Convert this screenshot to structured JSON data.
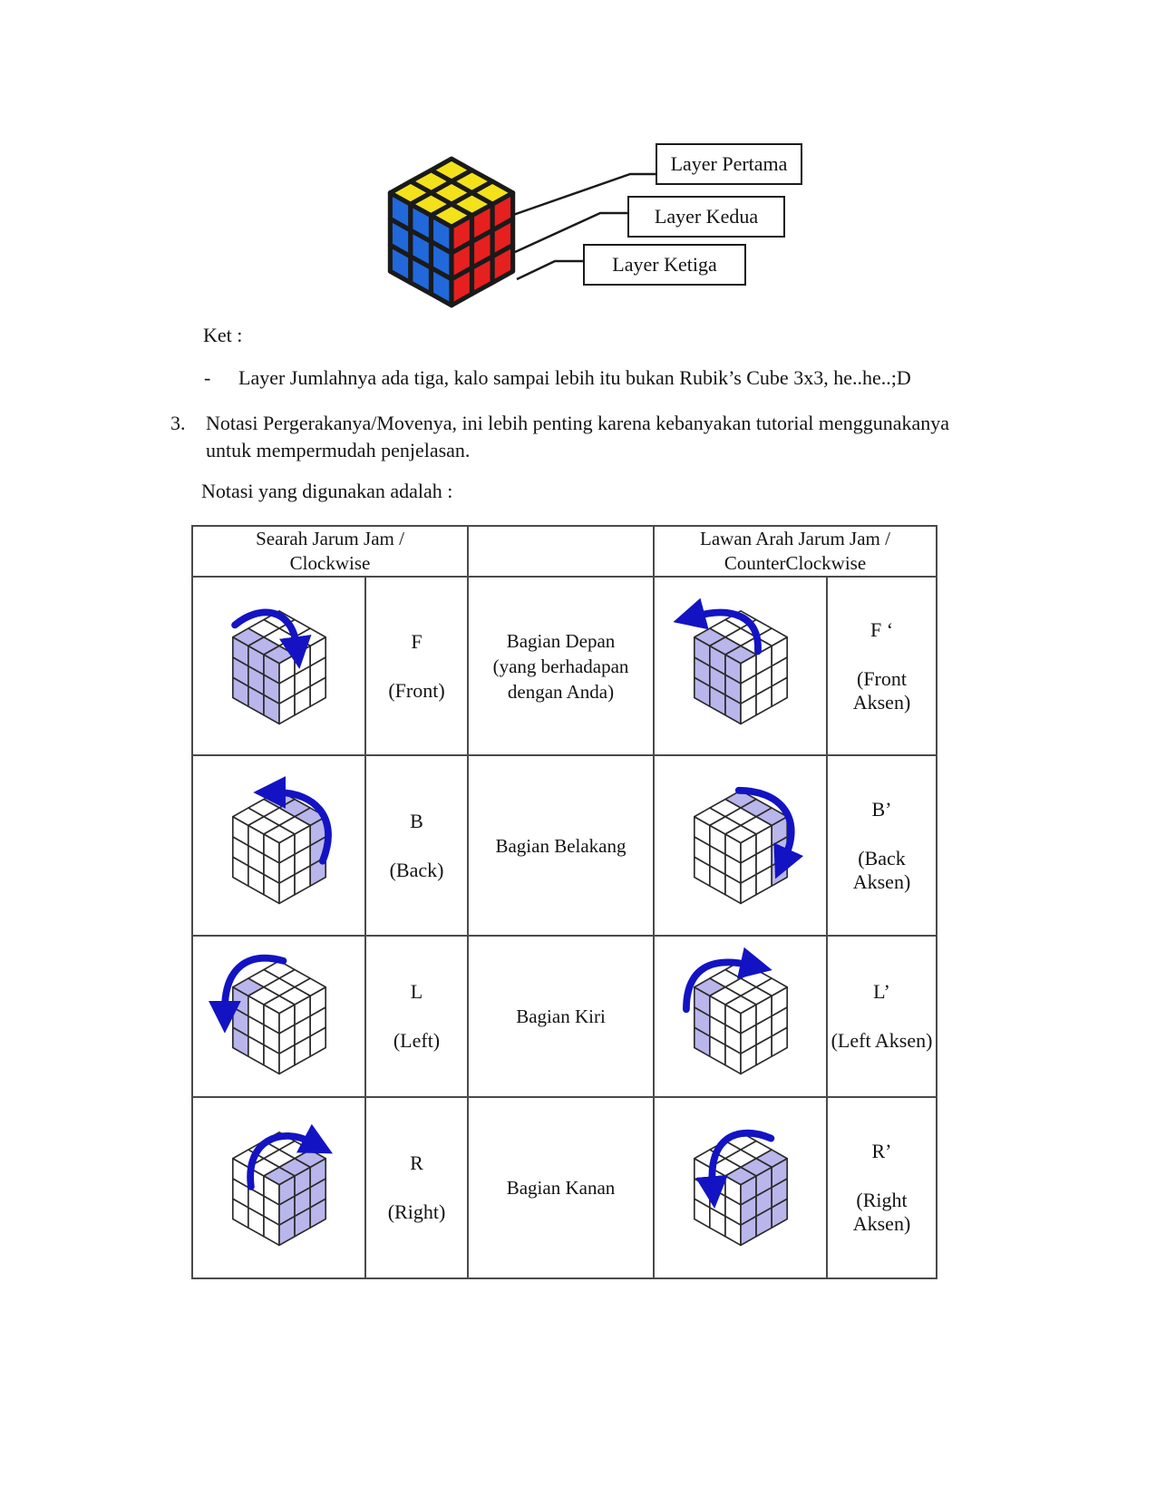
{
  "figure": {
    "cube_icon": "rubiks-cube-colored-icon",
    "labels": [
      {
        "text": "Layer Pertama"
      },
      {
        "text": "Layer Kedua"
      },
      {
        "text": "Layer Ketiga"
      }
    ]
  },
  "ket": {
    "label": "Ket :"
  },
  "bullet": {
    "marker": "-",
    "text": "Layer Jumlahnya ada tiga, kalo sampai lebih itu bukan Rubik’s Cube 3x3, he..he..;D"
  },
  "item3": {
    "number": "3.",
    "line1": "Notasi Pergerakanya/Movenya, ini lebih penting karena kebanyakan tutorial menggunakanya",
    "line2": "untuk mempermudah penjelasan."
  },
  "table_intro": "Notasi yang digunakan adalah :",
  "table": {
    "header": {
      "cw_line1": "Searah Jarum Jam /",
      "cw_line2": "Clockwise",
      "ccw_line1": "Lawan Arah Jarum Jam /",
      "ccw_line2": "CounterClockwise"
    },
    "rows": [
      {
        "cw_icon": "cube-front-clockwise-icon",
        "move": "F",
        "move_name": "(Front)",
        "desc1": "Bagian Depan",
        "desc2": "(yang berhadapan",
        "desc3": "dengan Anda)",
        "ccw_icon": "cube-front-counterclockwise-icon",
        "ccw_move": "F ‘",
        "ccw_move_name": "(Front Aksen)"
      },
      {
        "cw_icon": "cube-back-clockwise-icon",
        "move": "B",
        "move_name": "(Back)",
        "desc1": "Bagian Belakang",
        "desc2": "",
        "desc3": "",
        "ccw_icon": "cube-back-counterclockwise-icon",
        "ccw_move": "B’",
        "ccw_move_name": "(Back Aksen)"
      },
      {
        "cw_icon": "cube-left-clockwise-icon",
        "move": "L",
        "move_name": "(Left)",
        "desc1": "Bagian Kiri",
        "desc2": "",
        "desc3": "",
        "ccw_icon": "cube-left-counterclockwise-icon",
        "ccw_move": "L’",
        "ccw_move_name": "(Left Aksen)"
      },
      {
        "cw_icon": "cube-right-clockwise-icon",
        "move": "R",
        "move_name": "(Right)",
        "desc1": "Bagian Kanan",
        "desc2": "",
        "desc3": "",
        "ccw_icon": "cube-right-counterclockwise-icon",
        "ccw_move": "R’",
        "ccw_move_name": "(Right Aksen)"
      }
    ]
  },
  "colors": {
    "arrow_blue": "#1313c4",
    "shade_lavender": "#b9b6ec",
    "cube_top_yellow": "#f3e11c",
    "cube_left_blue": "#2168da",
    "cube_right_red": "#e6201f",
    "table_border_gray": "#4a4a4a",
    "line_black": "#1a1a1a"
  }
}
